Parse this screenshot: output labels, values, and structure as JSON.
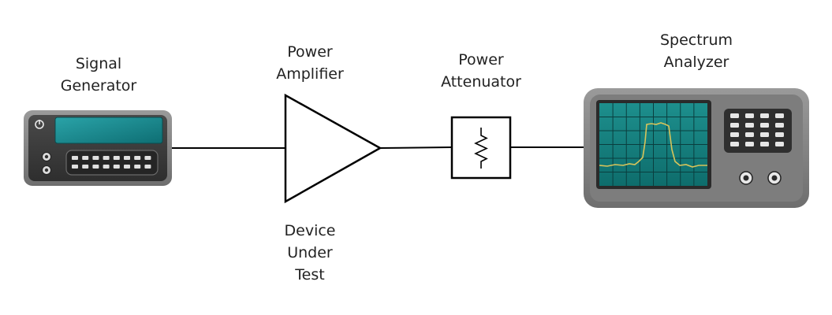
{
  "labels": {
    "signal_generator": [
      "Signal",
      "Generator"
    ],
    "power_amplifier": [
      "Power",
      "Amplifier"
    ],
    "power_attenuator": [
      "Power",
      "Attenuator"
    ],
    "spectrum_analyzer": [
      "Spectrum",
      "Analyzer"
    ],
    "device_under_test": [
      "Device",
      "Under",
      "Test"
    ]
  },
  "icons": {
    "signal_generator": "signal-generator-icon",
    "power_amplifier": "amplifier-triangle-icon",
    "power_attenuator": "resistor-icon",
    "spectrum_analyzer": "spectrum-analyzer-icon"
  },
  "colors": {
    "device_body": "#5a5a5a",
    "device_frame": "#8a8a8a",
    "screen": "#14807f",
    "trace": "#d8c45a",
    "wire": "#000000"
  }
}
